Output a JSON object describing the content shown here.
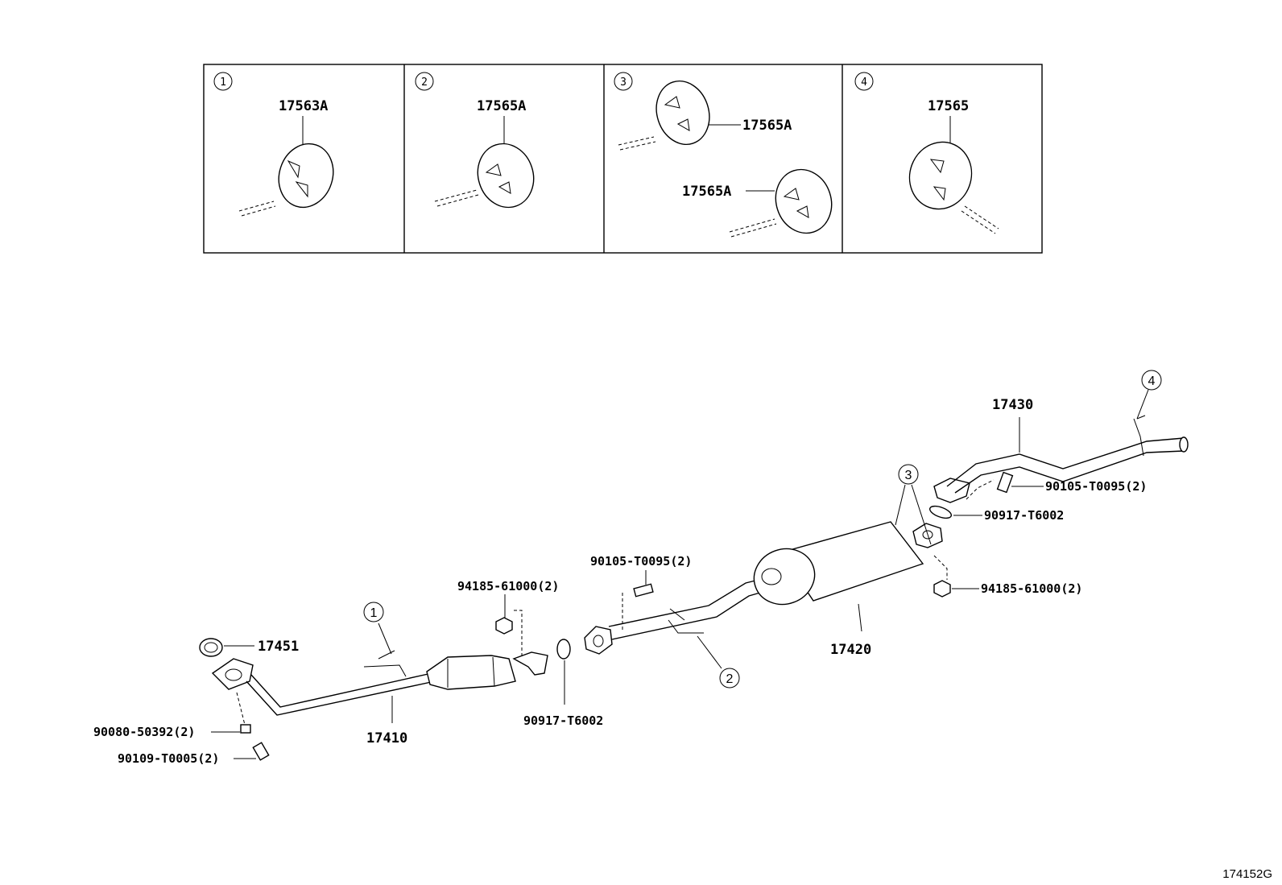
{
  "detail_panels": [
    {
      "number": "1",
      "part": "17563A"
    },
    {
      "number": "2",
      "part": "17565A"
    },
    {
      "number": "3",
      "part_upper": "17565A",
      "part_lower": "17565A"
    },
    {
      "number": "4",
      "part": "17565"
    }
  ],
  "labels": {
    "front_gasket": "17451",
    "front_pipe": "17410",
    "bolt_front_spring": "90080-50392(2)",
    "bolt_front": "90109-T0005(2)",
    "nut_mid": "94185-61000(2)",
    "gasket_mid": "90917-T6002",
    "bolt_center": "90105-T0095(2)",
    "center_pipe_muffler": "17420",
    "tail_pipe": "17430",
    "bolt_tail": "90105-T0095(2)",
    "gasket_tail": "90917-T6002",
    "nut_tail": "94185-61000(2)"
  },
  "callouts": {
    "c1": "1",
    "c2": "2",
    "c3": "3",
    "c4": "4"
  },
  "figure_id": "174152G"
}
